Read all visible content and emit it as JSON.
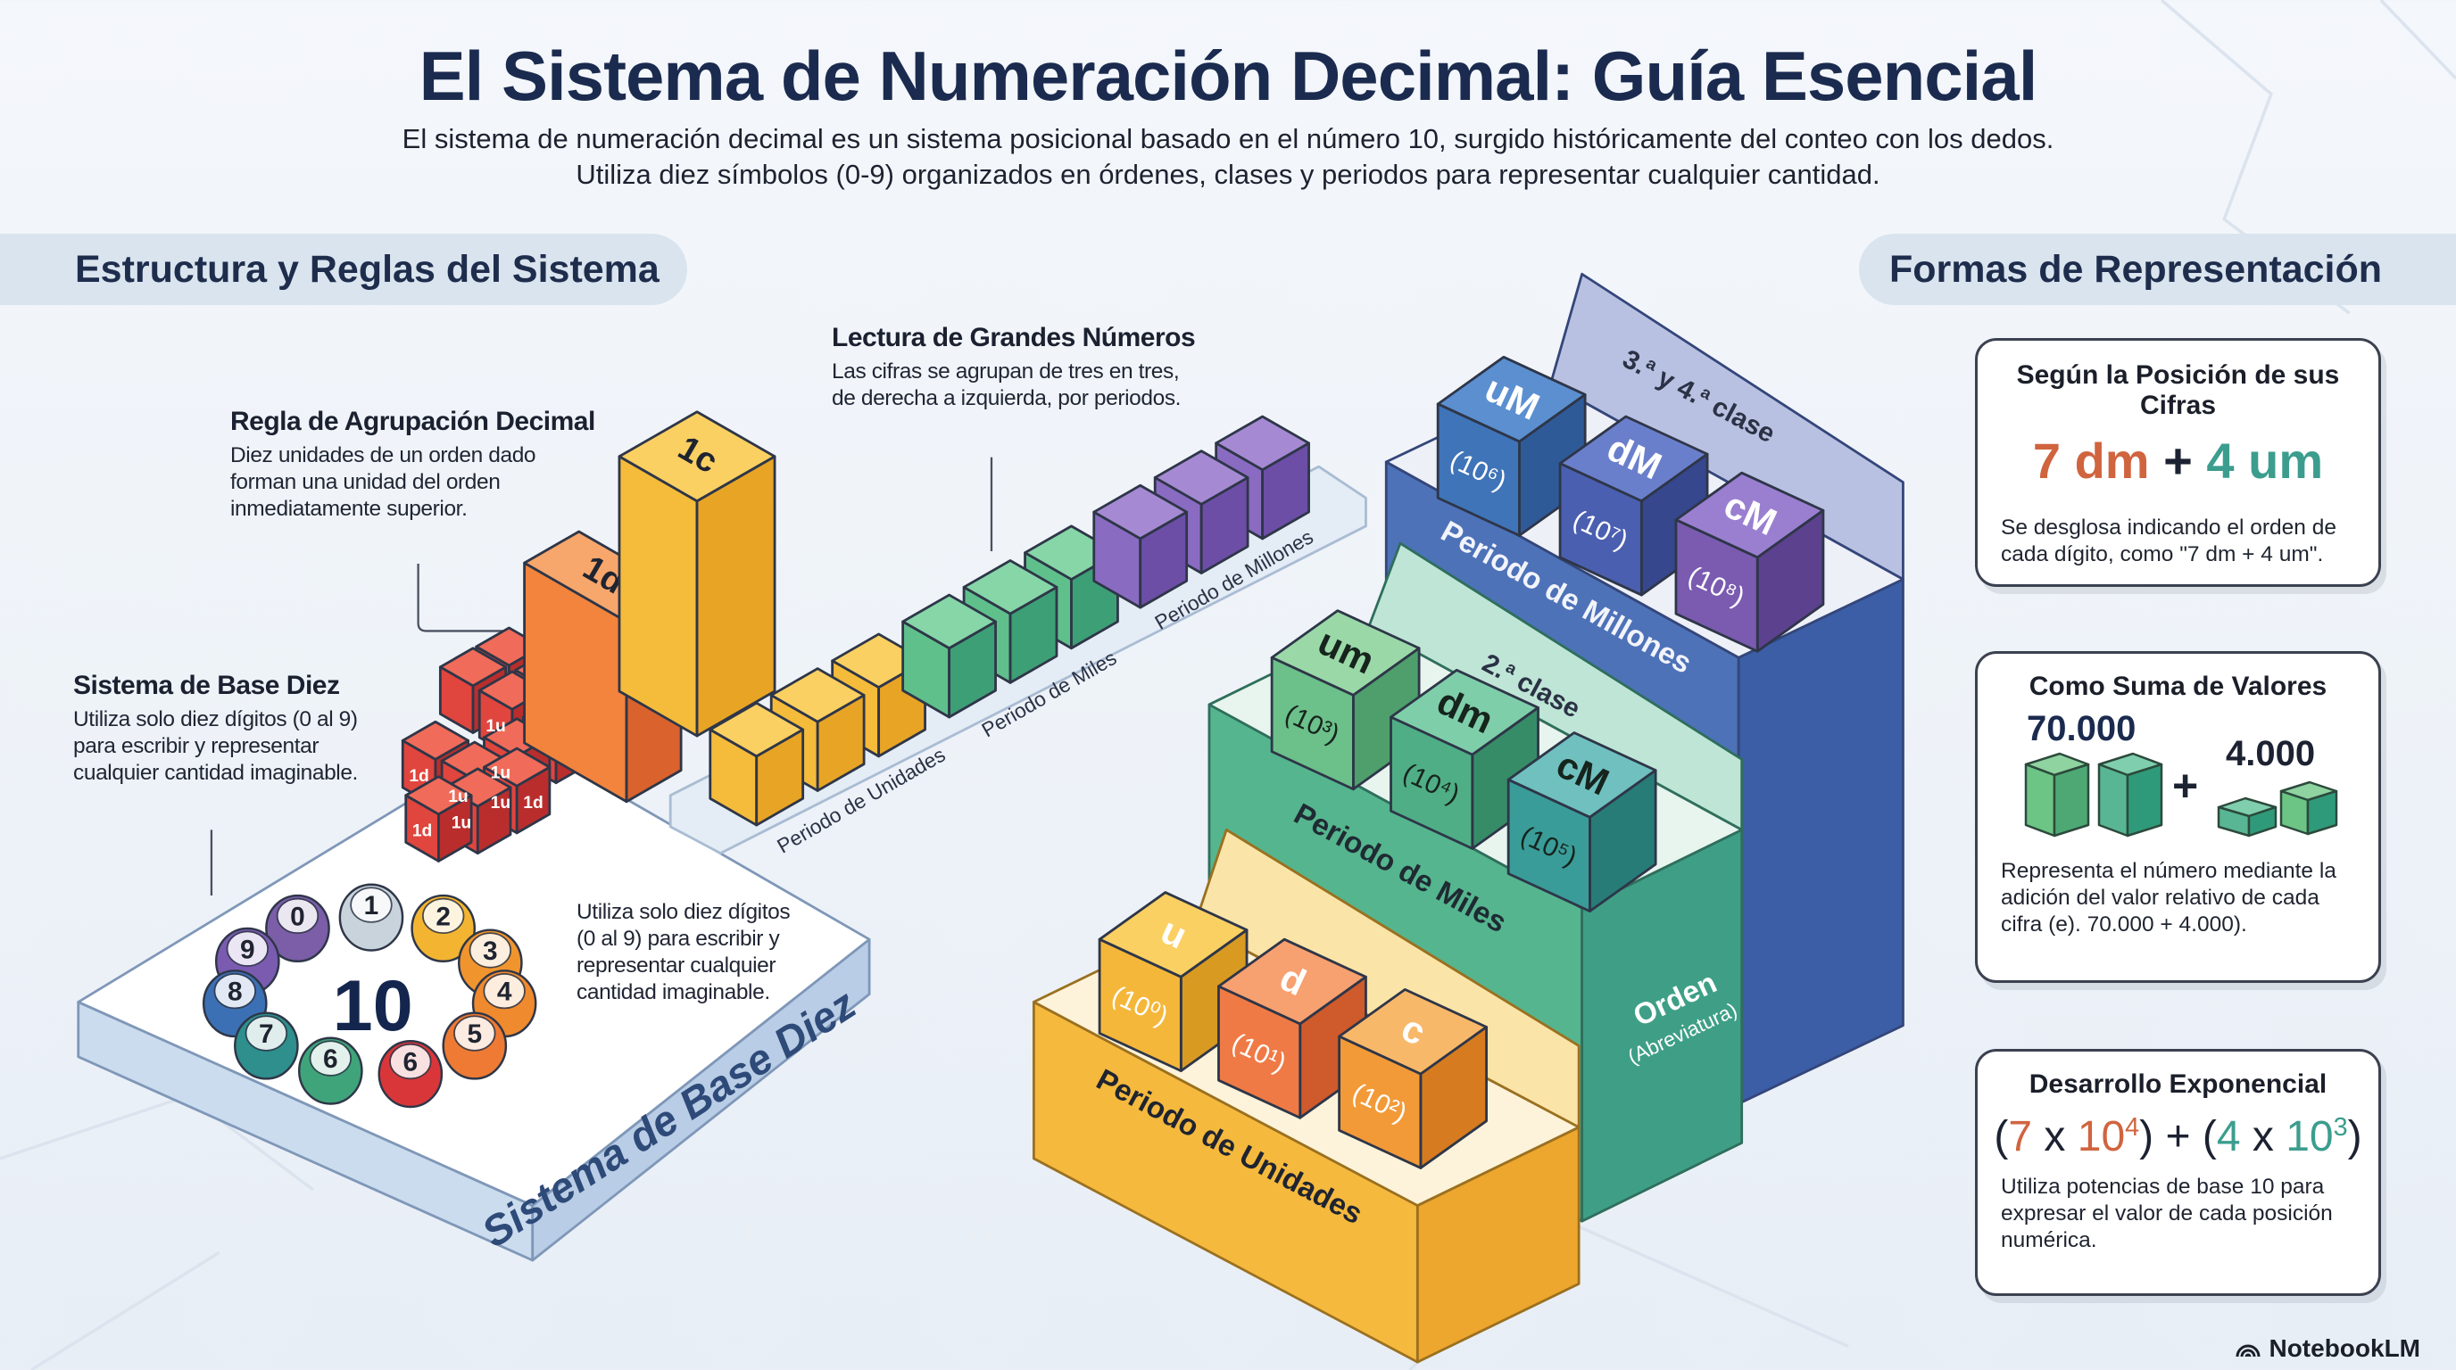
{
  "header": {
    "title": "El Sistema de Numeración Decimal: Guía Esencial",
    "subtitle_lines": [
      "El sistema de numeración decimal es un sistema posicional basado en el número 10, surgido históricamente del conteo con los dedos.",
      "Utiliza diez símbolos (0-9) organizados en órdenes, clases y periodos para representar cualquier cantidad."
    ]
  },
  "left_section": {
    "title": "Estructura y Reglas del Sistema",
    "grouping_rule": {
      "heading": "Regla de Agrupación Decimal",
      "text": "Diez unidades de un orden dado forman una unidad del orden inmediatamente superior."
    },
    "reading": {
      "heading": "Lectura de Grandes Números",
      "text": "Las cifras se agrupan de tres en tres, de derecha a izquierda, por periodos."
    },
    "base_ten": {
      "heading": "Sistema de Base Diez",
      "text": "Utiliza solo diez dígitos (0 al 9) para escribir y representar cualquier cantidad imaginable."
    },
    "platform_text": "Utiliza solo diez dígitos (0 al 9) para escribir y representar cualquier cantidad imaginable.",
    "platform_label": "Sistema de Base Diez",
    "center_number": "10",
    "digits": [
      "0",
      "1",
      "2",
      "3",
      "4",
      "5",
      "6",
      "6",
      "7",
      "8",
      "9"
    ],
    "bars": {
      "tens": "1d",
      "hundreds": "1c"
    },
    "unit_cube_labels": [
      "1u",
      "1d",
      "1u",
      "1u",
      "1d",
      "1u",
      "1u",
      "1d"
    ],
    "strip_labels": [
      "Periodo de Unidades",
      "Periodo de Miles",
      "Periodo de Millones"
    ]
  },
  "diagram": {
    "tiers": [
      {
        "label": "Periodo de Millones",
        "class_label": "3.ª y 4.ª clase",
        "cubes": [
          {
            "abbr": "uM",
            "power": "(10⁶)"
          },
          {
            "abbr": "dM",
            "power": "(10⁷)"
          },
          {
            "abbr": "cM",
            "power": "(10⁸)"
          }
        ]
      },
      {
        "label": "Periodo de Miles",
        "class_label": "2.ª clase",
        "cubes": [
          {
            "abbr": "um",
            "power": "(10³)"
          },
          {
            "abbr": "dm",
            "power": "(10⁴)"
          },
          {
            "abbr": "cM",
            "power": "(10⁵)"
          }
        ]
      },
      {
        "label": "Periodo de Unidades",
        "class_label": "",
        "cubes": [
          {
            "abbr": "u",
            "power": "(10⁰)"
          },
          {
            "abbr": "d",
            "power": "(10¹)"
          },
          {
            "abbr": "c",
            "power": "(10²)"
          }
        ]
      }
    ],
    "order_label": "Orden",
    "order_sub": "(Abreviatura)"
  },
  "right_section": {
    "title": "Formas de Representación",
    "position_card": {
      "heading": "Según la Posición de sus Cifras",
      "part1": "7 dm",
      "plus": "+",
      "part2": "4 um",
      "text": "Se desglosa indicando el orden de cada dígito, como \"7 dm + 4 um\"."
    },
    "sum_card": {
      "heading": "Como Suma de Valores",
      "value1": "70.000",
      "plus": "+",
      "value2": "4.000",
      "text": "Representa el número mediante la adición del valor relativo de cada cifra (e). 70.000 + 4.000)."
    },
    "exp_card": {
      "heading": "Desarrollo Exponencial",
      "open1": "(",
      "digit1": "7",
      "x1": " x ",
      "base1": "10",
      "exp1": "4",
      "close1": ")",
      "plus": " + ",
      "open2": "(",
      "digit2": "4",
      "x2": " x ",
      "base2": "10",
      "exp2": "3",
      "close2": ")",
      "text": "Utiliza potencias de base 10 para expresar el valor de cada posición numérica."
    }
  },
  "footer": {
    "brand": "NotebookLM"
  },
  "colors": {
    "title": "#1b2b4f",
    "accent_red": "#d0643f",
    "accent_teal": "#3c9d8e",
    "units": "#f4b73a",
    "thousands": "#4fae86",
    "millions": "#4d72b8"
  }
}
